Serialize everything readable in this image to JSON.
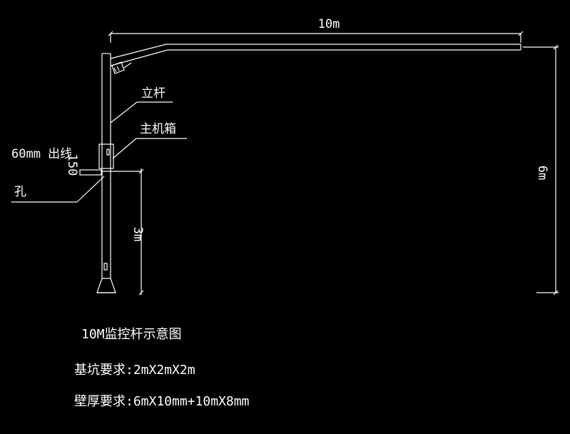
{
  "drawing": {
    "background": "#000000",
    "line_color": "#ffffff",
    "labels": {
      "top_span": "10m",
      "total_height": "6m",
      "lower_height": "3m",
      "pole": "立杆",
      "cabinet": "主机箱",
      "hole_1": "60mm 出线",
      "hole_2": "孔",
      "hole_offset": "150"
    },
    "notes": {
      "title": "10M监控杆示意图",
      "foundation": "基坑要求:2mX2mX2m",
      "wall_thickness": "壁厚要求:6mX10mm+10mX8mm"
    }
  }
}
